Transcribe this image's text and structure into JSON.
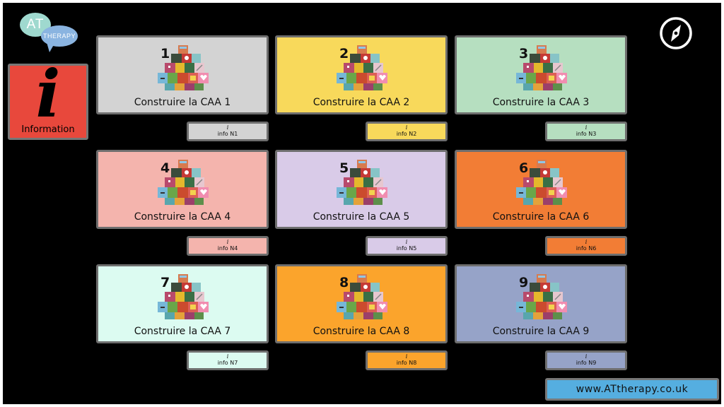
{
  "logo": {
    "text_main": "AT",
    "text_sub": "THERAPY"
  },
  "compass_icon": "compass-icon",
  "info_button": {
    "glyph": "i",
    "label": "Information"
  },
  "tiles": [
    {
      "num": "1",
      "caption": "Construire la CAA 1",
      "info_glyph": "i",
      "info_label": "info N1",
      "color": "#d3d3d3"
    },
    {
      "num": "2",
      "caption": "Construire la CAA 2",
      "info_glyph": "i",
      "info_label": "info N2",
      "color": "#f8d95b"
    },
    {
      "num": "3",
      "caption": "Construire la CAA 3",
      "info_glyph": "i",
      "info_label": "info N3",
      "color": "#b6dfc0"
    },
    {
      "num": "4",
      "caption": "Construire la CAA 4",
      "info_glyph": "i",
      "info_label": "info N4",
      "color": "#f4b4ad"
    },
    {
      "num": "5",
      "caption": "Construire la CAA 5",
      "info_glyph": "i",
      "info_label": "info N5",
      "color": "#d9cbe8"
    },
    {
      "num": "6",
      "caption": "Construire la CAA 6",
      "info_glyph": "i",
      "info_label": "info N6",
      "color": "#f27d35"
    },
    {
      "num": "7",
      "caption": "Construire la CAA 7",
      "info_glyph": "i",
      "info_label": "info N7",
      "color": "#dcfbf1"
    },
    {
      "num": "8",
      "caption": "Construire la CAA 8",
      "info_glyph": "i",
      "info_label": "info N8",
      "color": "#fba42c"
    },
    {
      "num": "9",
      "caption": "Construire la CAA 9",
      "info_glyph": "i",
      "info_label": "info N9",
      "color": "#96a3c8"
    }
  ],
  "footer": {
    "url": "www.ATtherapy.co.uk"
  },
  "colors": {
    "background": "#000000",
    "info_button": "#e8483c",
    "url_button": "#55aee0",
    "border": "#6e6e6e"
  }
}
